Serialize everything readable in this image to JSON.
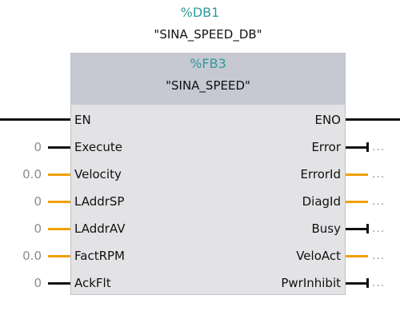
{
  "instance_db": {
    "address": "%DB1",
    "name": "\"SINA_SPEED_DB\""
  },
  "block": {
    "address": "%FB3",
    "name": "\"SINA_SPEED\""
  },
  "colors": {
    "bool_wire": "#111111",
    "analog_wire": "#f0a000",
    "header_bg": "#c6c8d2",
    "body_bg": "#e3e3e6",
    "address_text": "#2f9b9b"
  },
  "inputs": [
    {
      "label": "EN",
      "value": ""
    },
    {
      "label": "Execute",
      "value": "0"
    },
    {
      "label": "Velocity",
      "value": "0.0"
    },
    {
      "label": "LAddrSP",
      "value": "0"
    },
    {
      "label": "LAddrAV",
      "value": "0"
    },
    {
      "label": "FactRPM",
      "value": "0.0"
    },
    {
      "label": "AckFlt",
      "value": "0"
    }
  ],
  "outputs": [
    {
      "label": "ENO",
      "value": ""
    },
    {
      "label": "Error",
      "value": "..."
    },
    {
      "label": "ErrorId",
      "value": "..."
    },
    {
      "label": "DiagId",
      "value": "..."
    },
    {
      "label": "Busy",
      "value": "..."
    },
    {
      "label": "VeloAct",
      "value": "..."
    },
    {
      "label": "PwrInhibit",
      "value": "..."
    }
  ]
}
